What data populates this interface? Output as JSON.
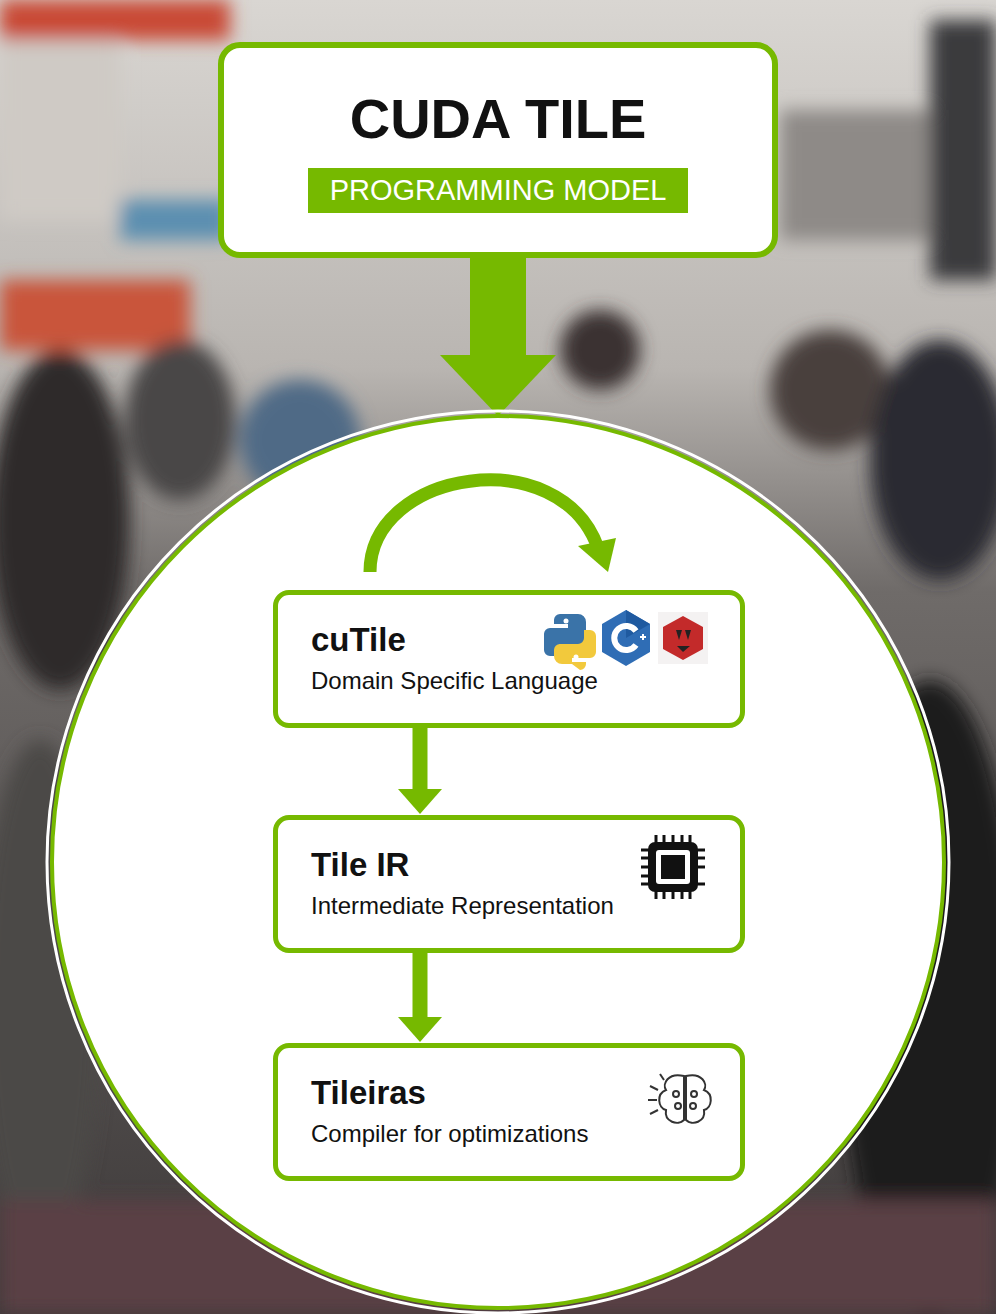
{
  "diagram": {
    "nodes": [
      {
        "text": [
          "CUDA TILE",
          "PROGRAMMING MODEL"
        ]
      },
      {
        "text": [
          "cuTile",
          "Domain Specific Language"
        ]
      },
      {
        "text": [
          "Tile IR",
          "Intermediate Representation"
        ]
      },
      {
        "text": [
          "Tileiras",
          "Compiler for optimizations"
        ]
      }
    ],
    "edges": [
      {
        "from": 1,
        "to": 2,
        "arrow": "to"
      },
      {
        "from": 2,
        "to": 3,
        "arrow": "to"
      }
    ]
  }
}
